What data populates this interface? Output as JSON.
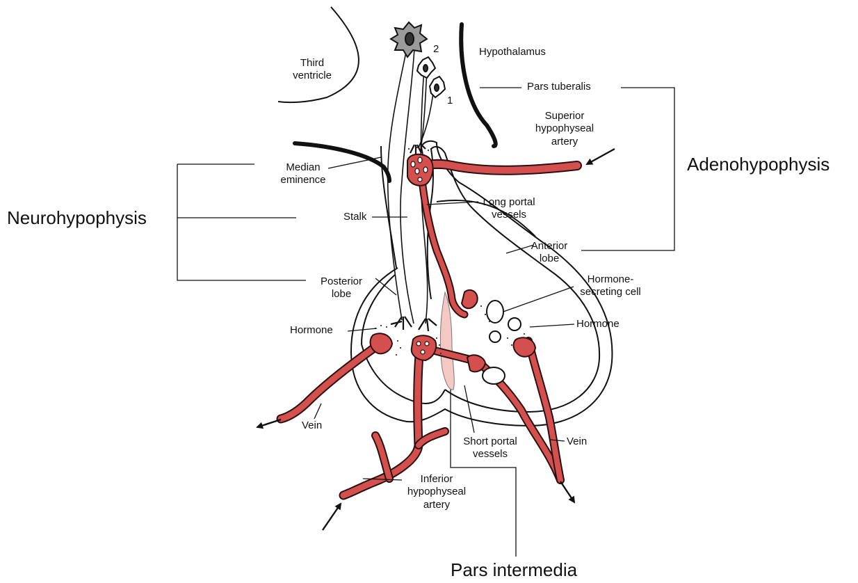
{
  "labels": {
    "third_ventricle": "Third\nventricle",
    "hypothalamus": "Hypothalamus",
    "pars_tuberalis": "Pars tuberalis",
    "neuron_2": "2",
    "neuron_1": "1",
    "superior_artery": "Superior\nhypophyseal\nartery",
    "adenohypophysis": "Adenohypophysis",
    "median_eminence": "Median\neminence",
    "neurohypophysis": "Neurohypophysis",
    "stalk": "Stalk",
    "long_portal": "Long portal\nvessels",
    "anterior_lobe": "Anterior\nlobe",
    "posterior_lobe": "Posterior\nlobe",
    "hormone_secreting": "Hormone-\nsecreting cell",
    "hormone_left": "Hormone",
    "hormone_right": "Hormone",
    "vein_left": "Vein",
    "vein_right": "Vein",
    "short_portal": "Short portal\nvessels",
    "inferior_artery": "Inferior\nhypophyseal\nartery",
    "pars_intermedia": "Pars intermedia"
  },
  "colors": {
    "vessel": "#d4504f",
    "vessel_outline": "#2a0f0f",
    "pars_intermedia_fill": "#f4c9c4",
    "neuron_fill": "#9a9a9a",
    "line": "#111111"
  }
}
